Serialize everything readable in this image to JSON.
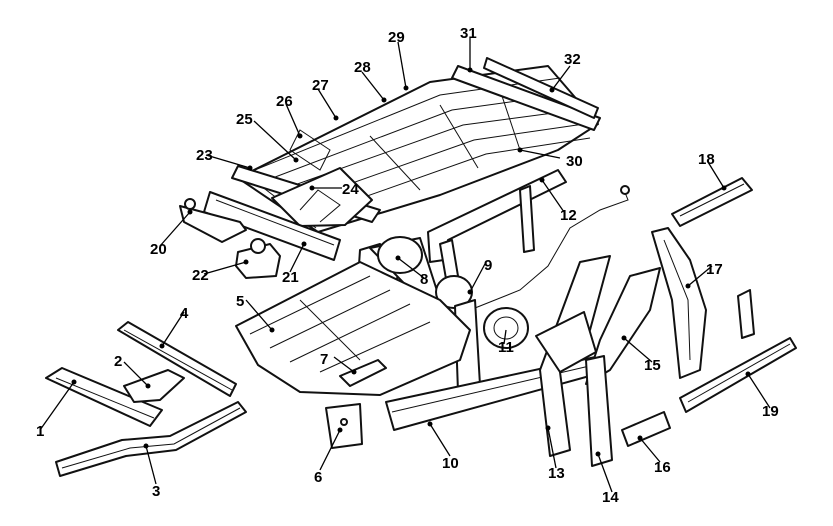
{
  "callouts": [
    {
      "n": "1"
    },
    {
      "n": "2"
    },
    {
      "n": "3"
    },
    {
      "n": "4"
    },
    {
      "n": "5"
    },
    {
      "n": "6"
    },
    {
      "n": "7"
    },
    {
      "n": "8"
    },
    {
      "n": "9"
    },
    {
      "n": "10"
    },
    {
      "n": "11"
    },
    {
      "n": "12"
    },
    {
      "n": "13"
    },
    {
      "n": "14"
    },
    {
      "n": "15"
    },
    {
      "n": "16"
    },
    {
      "n": "17"
    },
    {
      "n": "18"
    },
    {
      "n": "19"
    },
    {
      "n": "20"
    },
    {
      "n": "21"
    },
    {
      "n": "22"
    },
    {
      "n": "23"
    },
    {
      "n": "24"
    },
    {
      "n": "25"
    },
    {
      "n": "26"
    },
    {
      "n": "27"
    },
    {
      "n": "28"
    },
    {
      "n": "29"
    },
    {
      "n": "30"
    },
    {
      "n": "31"
    },
    {
      "n": "32"
    }
  ],
  "colors": {
    "ink": "#111111",
    "paper": "#ffffff"
  }
}
